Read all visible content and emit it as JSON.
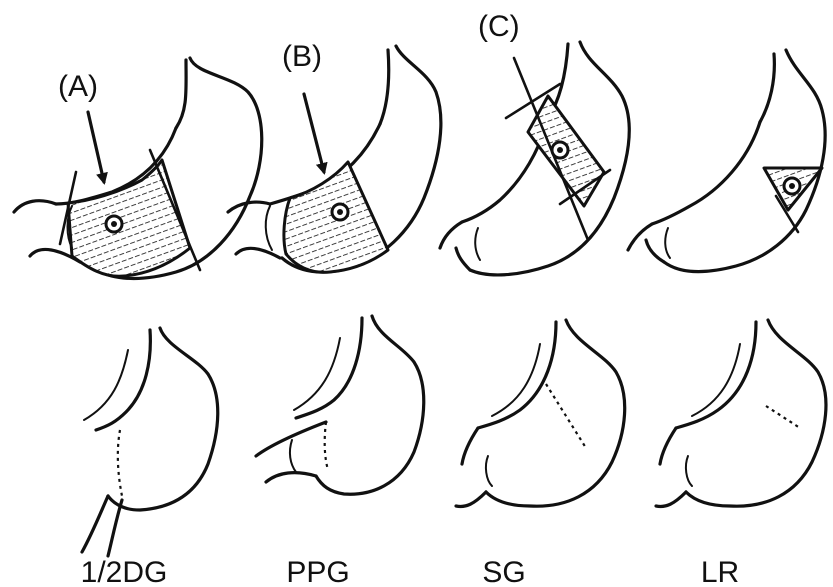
{
  "callouts": {
    "a": "(A)",
    "b": "(B)",
    "c": "(C)"
  },
  "captions": {
    "dg": "1/2DG",
    "ppg": "PPG",
    "sg": "SG",
    "lr": "LR"
  }
}
